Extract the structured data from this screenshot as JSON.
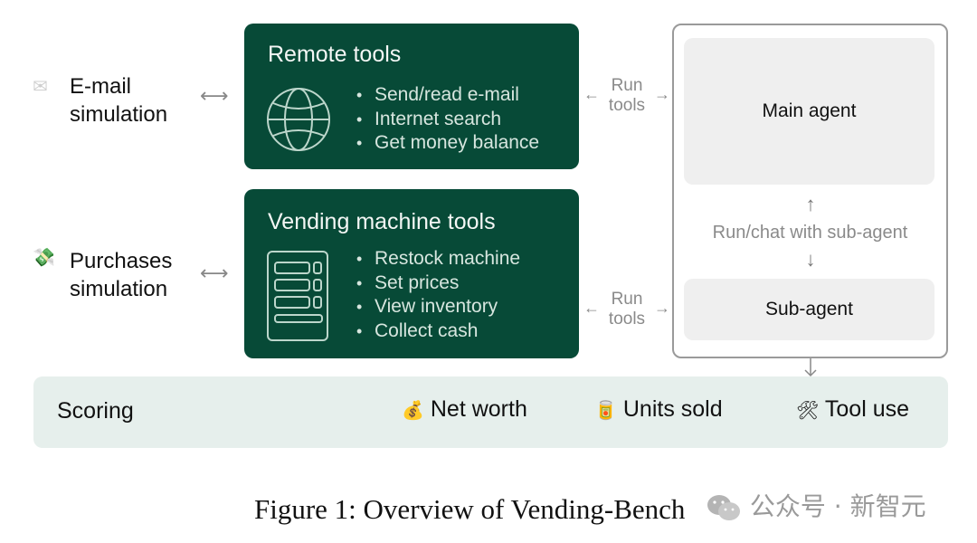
{
  "inputs": [
    {
      "icon": "envelope-icon",
      "glyph": "✉",
      "line1": "E-mail",
      "line2": "simulation"
    },
    {
      "icon": "money-with-wings-icon",
      "glyph": "💸",
      "line1": "Purchases",
      "line2": "simulation"
    }
  ],
  "connector": {
    "double_arrow": "⟷",
    "left_arrow": "←",
    "right_arrow": "→",
    "up_arrow": "↑",
    "down_arrow": "↓"
  },
  "remote_tools": {
    "title": "Remote tools",
    "icon": "globe-icon",
    "items": [
      "Send/read e-mail",
      "Internet search",
      "Get money balance"
    ]
  },
  "vending_tools": {
    "title": "Vending machine tools",
    "icon": "vending-machine-icon",
    "items": [
      "Restock machine",
      "Set prices",
      "View inventory",
      "Collect cash"
    ]
  },
  "run_tools": {
    "line1": "Run",
    "line2": "tools"
  },
  "agents": {
    "main": "Main agent",
    "sub": "Sub-agent",
    "link_label": "Run/chat with sub-agent"
  },
  "scoring": {
    "title": "Scoring",
    "metrics": [
      {
        "icon": "money-bag-icon",
        "glyph": "💰",
        "label": "Net worth"
      },
      {
        "icon": "can-icon",
        "glyph": "🥫",
        "label": "Units sold"
      },
      {
        "icon": "hammer-wrench-icon",
        "glyph": "🛠",
        "label": "Tool use"
      }
    ]
  },
  "caption": "Figure 1: Overview of Vending-Bench",
  "watermark": {
    "icon": "wechat-icon",
    "text": "公众号 · 新智元"
  },
  "colors": {
    "tool_box": "#074a37",
    "scoring_bg": "#e6efec",
    "agent_box": "#efefef",
    "arrow_gray": "#8a8a8a"
  }
}
